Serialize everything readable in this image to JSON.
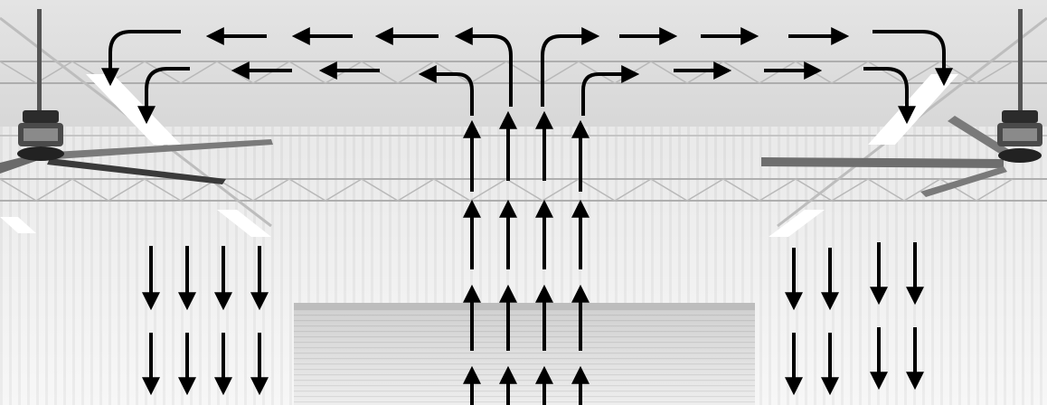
{
  "scene": {
    "description_name": "warehouse-airflow-diagram",
    "colors": {
      "ceiling": "#d9d9d9",
      "wall_light": "#f2f2f2",
      "wall_shade": "#c8c8c8",
      "truss": "#b5b5b5",
      "arrow": "#000000",
      "fan_blade": "#6e6e6e",
      "fan_motor": "#2b2b2b",
      "light_panel": "#ffffff"
    },
    "icons": [
      "ceiling-fan-icon",
      "light-panel-icon",
      "roll-up-door-icon",
      "airflow-arrow-icon"
    ],
    "fans": [
      "left-ceiling-fan",
      "right-ceiling-fan"
    ],
    "airflow": {
      "center_column": "up",
      "top_left": "left",
      "top_right": "right",
      "side_columns": "down"
    }
  }
}
